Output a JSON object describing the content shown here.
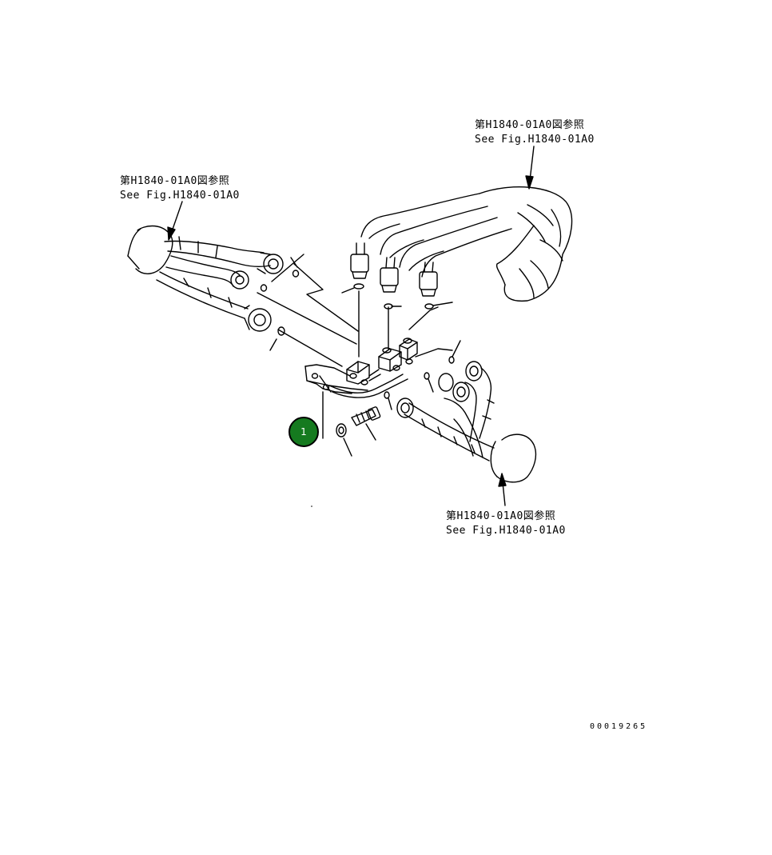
{
  "diagram": {
    "references": {
      "top_right": {
        "jp": "第H1840-01A0図参照",
        "en": "See Fig.H1840-01A0"
      },
      "top_left": {
        "jp": "第H1840-01A0図参照",
        "en": "See Fig.H1840-01A0"
      },
      "bottom_right": {
        "jp": "第H1840-01A0図参照",
        "en": "See Fig.H1840-01A0"
      }
    },
    "part_balloon": {
      "number": "1",
      "color": "#157a1f"
    },
    "drawing_number": "00019265"
  }
}
